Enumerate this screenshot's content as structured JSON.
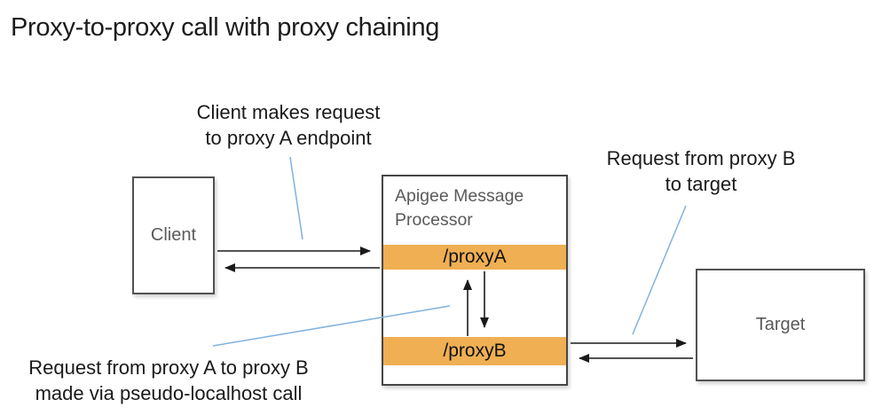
{
  "title": "Proxy-to-proxy call with proxy chaining",
  "annotations": {
    "client_request": {
      "line1": "Client makes request",
      "line2": "to proxy A endpoint"
    },
    "proxy_b_to_target": {
      "line1": "Request from proxy B",
      "line2": "to target"
    },
    "proxy_a_to_proxy_b": {
      "line1": "Request from proxy A to proxy B",
      "line2": "made via pseudo-localhost call"
    }
  },
  "nodes": {
    "client": {
      "label": "Client"
    },
    "message_processor": {
      "name_line1": "Apigee Message",
      "name_line2": "Processor",
      "endpoints": [
        "/proxyA",
        "/proxyB"
      ]
    },
    "target": {
      "label": "Target"
    }
  },
  "colors": {
    "endpoint_bar_orange": "#EFAF52",
    "connector_blue": "#7FB2DE",
    "arrow_black": "#1A1A1A",
    "box_border_gray": "#515155",
    "label_gray": "#5A5A5A",
    "title_black": "#1C1C1C"
  }
}
